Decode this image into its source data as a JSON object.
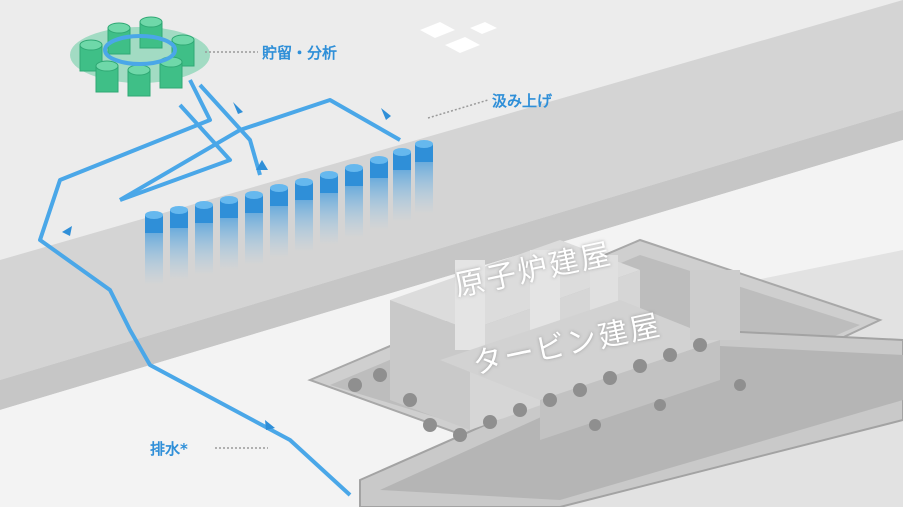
{
  "labels": {
    "storage": "貯留・分析",
    "pumping": "汲み上げ",
    "drainage": "排水*",
    "reactor_building": "原子炉建屋",
    "turbine_building": "タービン建屋"
  },
  "colors": {
    "pipe": "#4aa7e8",
    "label_blue": "#2f8fd8",
    "tank_green": "#3fbf87",
    "well_blue": "#2f8fd8"
  }
}
